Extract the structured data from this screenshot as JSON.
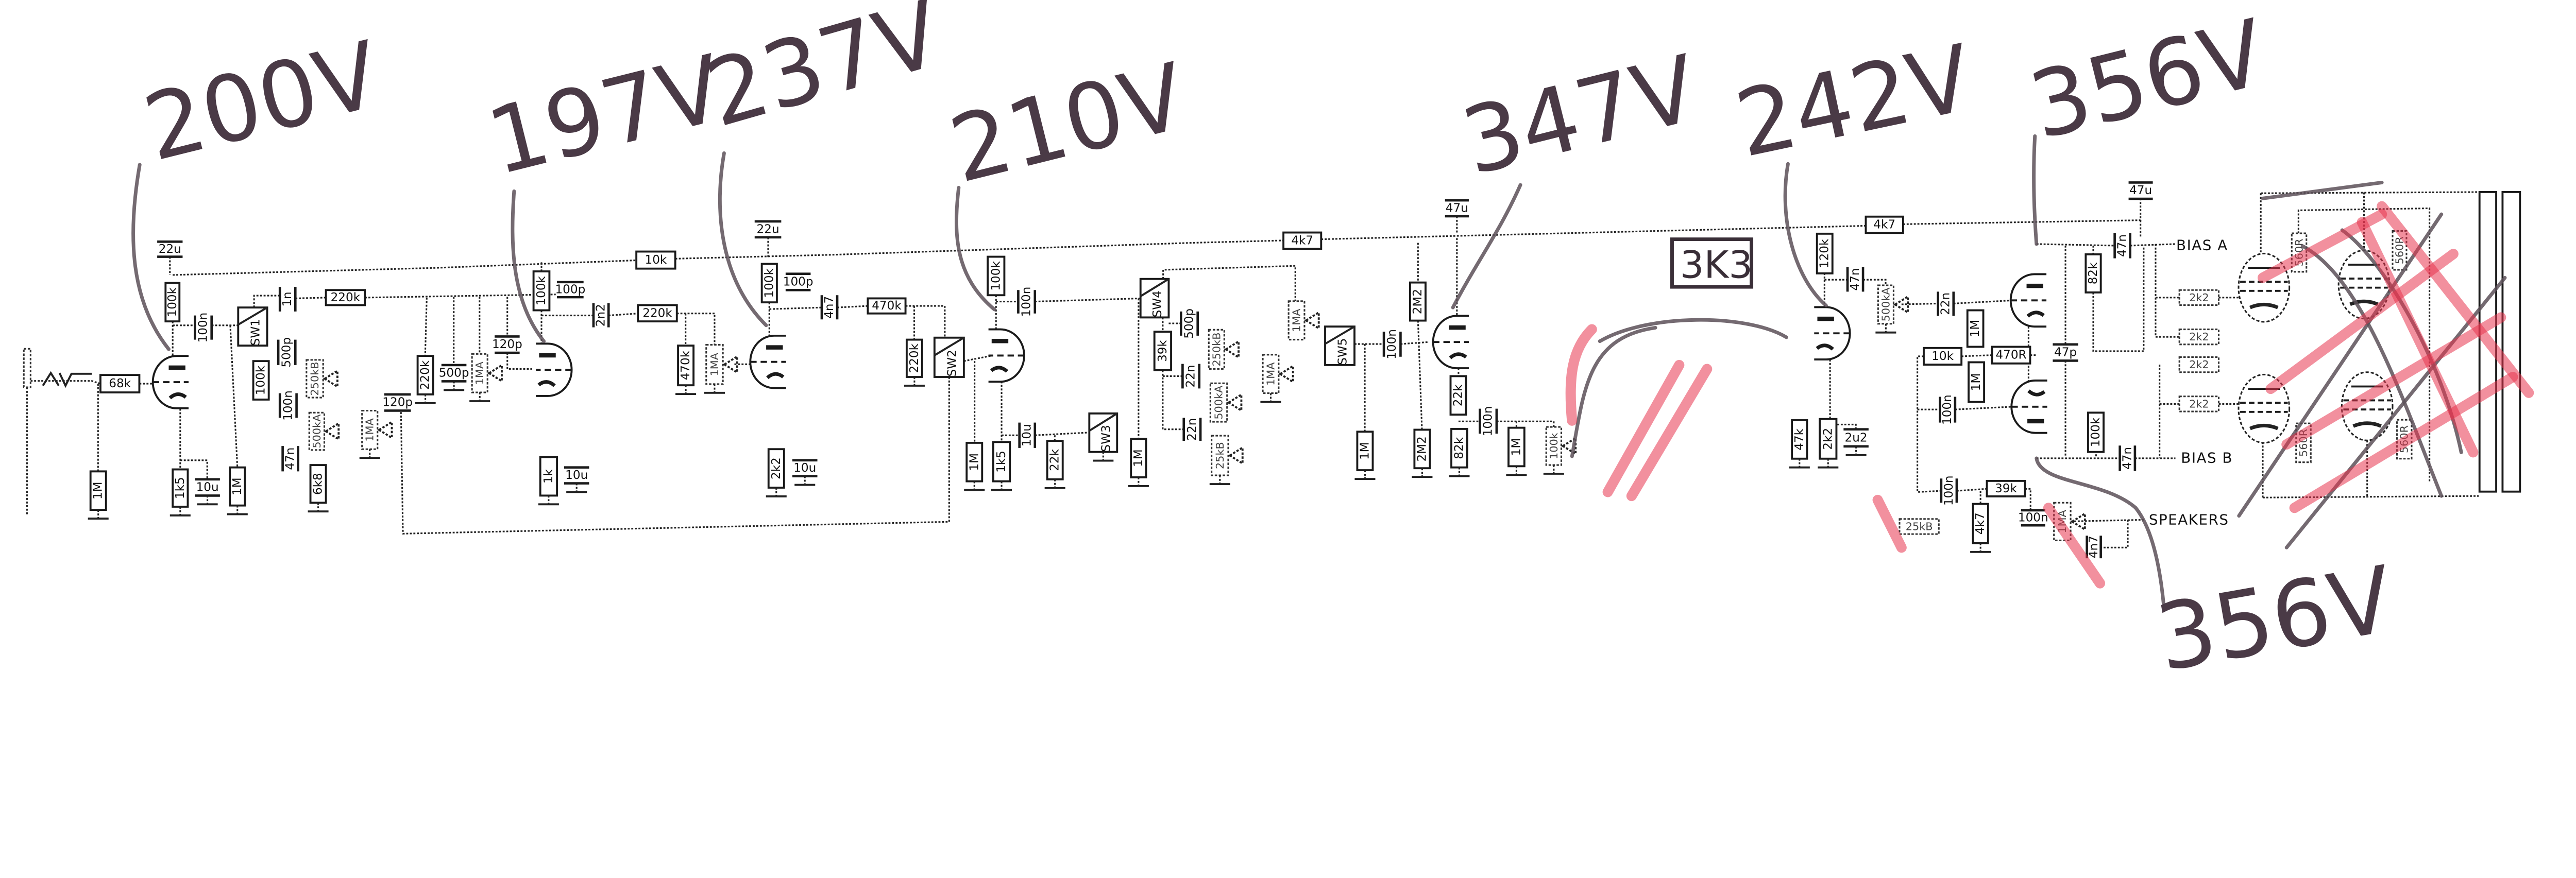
{
  "schematic": {
    "components": [
      {
        "type": "resistor",
        "label": "68k"
      },
      {
        "type": "resistor",
        "label": "100k"
      },
      {
        "type": "capacitor",
        "label": "22u"
      },
      {
        "type": "capacitor",
        "label": "100n"
      },
      {
        "type": "switch",
        "label": "SW1"
      },
      {
        "type": "capacitor",
        "label": "1n"
      },
      {
        "type": "resistor",
        "label": "220k"
      },
      {
        "type": "capacitor",
        "label": "500p"
      },
      {
        "type": "resistor",
        "label": "100k"
      },
      {
        "type": "potentiometer",
        "label": "250kB"
      },
      {
        "type": "capacitor",
        "label": "100n"
      },
      {
        "type": "potentiometer",
        "label": "500kA"
      },
      {
        "type": "capacitor",
        "label": "47n"
      },
      {
        "type": "resistor",
        "label": "6k8"
      },
      {
        "type": "potentiometer",
        "label": "1MA"
      },
      {
        "type": "capacitor",
        "label": "120p"
      },
      {
        "type": "resistor",
        "label": "220k"
      },
      {
        "type": "resistor",
        "label": "1M"
      },
      {
        "type": "resistor",
        "label": "1k5"
      },
      {
        "type": "capacitor",
        "label": "10u"
      },
      {
        "type": "resistor",
        "label": "1M"
      },
      {
        "type": "capacitor",
        "label": "500p"
      },
      {
        "type": "potentiometer",
        "label": "1MA"
      },
      {
        "type": "capacitor",
        "label": "120p"
      },
      {
        "type": "resistor",
        "label": "100k"
      },
      {
        "type": "capacitor",
        "label": "100p"
      },
      {
        "type": "capacitor",
        "label": "2n2"
      },
      {
        "type": "resistor",
        "label": "220k"
      },
      {
        "type": "resistor",
        "label": "10k"
      },
      {
        "type": "resistor",
        "label": "1k"
      },
      {
        "type": "capacitor",
        "label": "10u"
      },
      {
        "type": "resistor",
        "label": "470k"
      },
      {
        "type": "potentiometer",
        "label": "1MA"
      },
      {
        "type": "capacitor",
        "label": "22u"
      },
      {
        "type": "resistor",
        "label": "100k"
      },
      {
        "type": "capacitor",
        "label": "100p"
      },
      {
        "type": "capacitor",
        "label": "4n7"
      },
      {
        "type": "resistor",
        "label": "2k2"
      },
      {
        "type": "capacitor",
        "label": "10u"
      },
      {
        "type": "resistor",
        "label": "470k"
      },
      {
        "type": "resistor",
        "label": "220k"
      },
      {
        "type": "switch",
        "label": "SW2"
      },
      {
        "type": "resistor",
        "label": "100k"
      },
      {
        "type": "capacitor",
        "label": "100n"
      },
      {
        "type": "switch",
        "label": "SW4"
      },
      {
        "type": "resistor",
        "label": "1M"
      },
      {
        "type": "resistor",
        "label": "1k5"
      },
      {
        "type": "capacitor",
        "label": "10u"
      },
      {
        "type": "resistor",
        "label": "22k"
      },
      {
        "type": "switch",
        "label": "SW3"
      },
      {
        "type": "resistor",
        "label": "1M"
      },
      {
        "type": "resistor",
        "label": "39k"
      },
      {
        "type": "capacitor",
        "label": "500p"
      },
      {
        "type": "potentiometer",
        "label": "250kB"
      },
      {
        "type": "capacitor",
        "label": "22n"
      },
      {
        "type": "potentiometer",
        "label": "500kA"
      },
      {
        "type": "capacitor",
        "label": "22n"
      },
      {
        "type": "potentiometer",
        "label": "25kB"
      },
      {
        "type": "resistor",
        "label": "4k7"
      },
      {
        "type": "potentiometer",
        "label": "1MA"
      },
      {
        "type": "switch",
        "label": "SW5"
      },
      {
        "type": "potentiometer",
        "label": "1MA"
      },
      {
        "type": "capacitor",
        "label": "100n"
      },
      {
        "type": "resistor",
        "label": "2M2"
      },
      {
        "type": "resistor",
        "label": "22k"
      },
      {
        "type": "capacitor",
        "label": "100n"
      },
      {
        "type": "resistor",
        "label": "82k"
      },
      {
        "type": "resistor",
        "label": "1M"
      },
      {
        "type": "resistor",
        "label": "2M2"
      },
      {
        "type": "resistor",
        "label": "1M"
      },
      {
        "type": "potentiometer",
        "label": "100k"
      },
      {
        "type": "capacitor",
        "label": "47u"
      },
      {
        "type": "resistor",
        "label": "4k7"
      },
      {
        "type": "resistor",
        "label": "120k"
      },
      {
        "type": "capacitor",
        "label": "47n"
      },
      {
        "type": "potentiometer",
        "label": "500kA"
      },
      {
        "type": "capacitor",
        "label": "22n"
      },
      {
        "type": "resistor",
        "label": "1M"
      },
      {
        "type": "resistor",
        "label": "10k"
      },
      {
        "type": "resistor",
        "label": "1M"
      },
      {
        "type": "capacitor",
        "label": "100n"
      },
      {
        "type": "resistor",
        "label": "47k"
      },
      {
        "type": "resistor",
        "label": "2k2"
      },
      {
        "type": "capacitor",
        "label": "2u2"
      },
      {
        "type": "resistor",
        "label": "470R"
      },
      {
        "type": "capacitor",
        "label": "47p"
      },
      {
        "type": "resistor",
        "label": "82k"
      },
      {
        "type": "resistor",
        "label": "100k"
      },
      {
        "type": "capacitor",
        "label": "47n"
      },
      {
        "type": "capacitor",
        "label": "47n"
      },
      {
        "type": "capacitor",
        "label": "47u"
      },
      {
        "type": "resistor",
        "label": "2k2"
      },
      {
        "type": "resistor",
        "label": "2k2"
      },
      {
        "type": "resistor",
        "label": "2k2"
      },
      {
        "type": "resistor",
        "label": "2k2"
      },
      {
        "type": "capacitor",
        "label": "100n"
      },
      {
        "type": "resistor",
        "label": "39k"
      },
      {
        "type": "resistor",
        "label": "4k7"
      },
      {
        "type": "potentiometer",
        "label": "25kB"
      },
      {
        "type": "capacitor",
        "label": "100n"
      },
      {
        "type": "potentiometer",
        "label": "1MA"
      },
      {
        "type": "capacitor",
        "label": "4n7"
      },
      {
        "type": "resistor",
        "label": "560R"
      },
      {
        "type": "resistor",
        "label": "560R"
      },
      {
        "type": "resistor",
        "label": "560R"
      },
      {
        "type": "resistor",
        "label": "560R"
      }
    ],
    "terminals": {
      "bias_a": "BIAS A",
      "bias_b": "BIAS B",
      "speakers": "SPEAKERS"
    },
    "annotations": {
      "v1": "200V",
      "v2": "197V",
      "v3": "237V",
      "v4": "210V",
      "v5": "347V",
      "v6": "242V",
      "v7": "356V",
      "v8": "356V",
      "modification": "3K3"
    },
    "colors": {
      "ink": "#1a1a1a",
      "pencil": "#4a3a46",
      "red_pencil": "#e8344f",
      "paper": "#ffffff"
    }
  }
}
